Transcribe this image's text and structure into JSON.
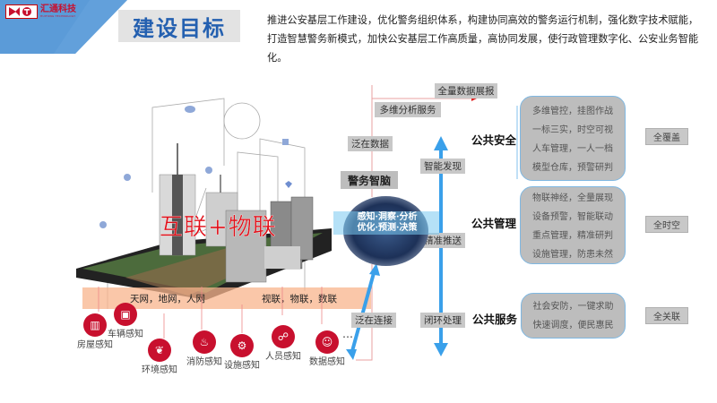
{
  "header": {
    "brand_name": "汇通科技",
    "brand_sub": "HUITONG TECHNOLOGY",
    "title": "建设目标",
    "colors": {
      "banner_blue": "#5b9bd8",
      "title_blue": "#2460b0",
      "brand_red": "#c8102e"
    }
  },
  "intro": "推进公安基层工作建设，优化警务组织体系，构建协同高效的警务运行机制，强化数字技术赋能，打造智慧警务新模式，加快公安基层工作高质量，高协同发展，使行政管理数字化、公安业务智能化。",
  "illustration": {
    "overlay_title": "互联+物联",
    "network_left": "天网，地网，人网",
    "network_right": "视联，物联，数联",
    "sensors": [
      {
        "label": "房屋感知",
        "icon": "building-icon"
      },
      {
        "label": "车辆感知",
        "icon": "bus-icon"
      },
      {
        "label": "环境感知",
        "icon": "leaf-icon"
      },
      {
        "label": "消防感知",
        "icon": "fire-extinguisher-icon"
      },
      {
        "label": "设施感知",
        "icon": "facility-icon"
      },
      {
        "label": "人员感知",
        "icon": "people-icon"
      },
      {
        "label": "数据感知",
        "icon": "police-officer-icon"
      }
    ],
    "ellipsis": "…"
  },
  "flow": {
    "full_report": "全量数据展报",
    "multi_analysis": "多维分析服务",
    "pervasive_data": "泛在数据",
    "police_brain": "警务智脑",
    "brain_line1": "感知·洞察·分析",
    "brain_line2": "优化·预测·决策",
    "pervasive_connect": "泛在连接",
    "smart_discovery": "智能发现",
    "precise_push": "精准推送",
    "closed_loop": "闭环处理"
  },
  "domains": [
    {
      "name": "公共安全",
      "lines": [
        "多维管控，挂图作战",
        "一标三实，时空可视",
        "人车管理，一人一档",
        "模型仓库，预警研判"
      ],
      "tag": "全覆盖"
    },
    {
      "name": "公共管理",
      "lines": [
        "物联神经，全量展现",
        "设备预警，智能联动",
        "重点管理，精准研判",
        "设施管理，防患未然"
      ],
      "tag": "全时空"
    },
    {
      "name": "公共服务",
      "lines": [
        "社会安防，一键求助",
        "快速调度，便民惠民"
      ],
      "tag": "全关联"
    }
  ]
}
